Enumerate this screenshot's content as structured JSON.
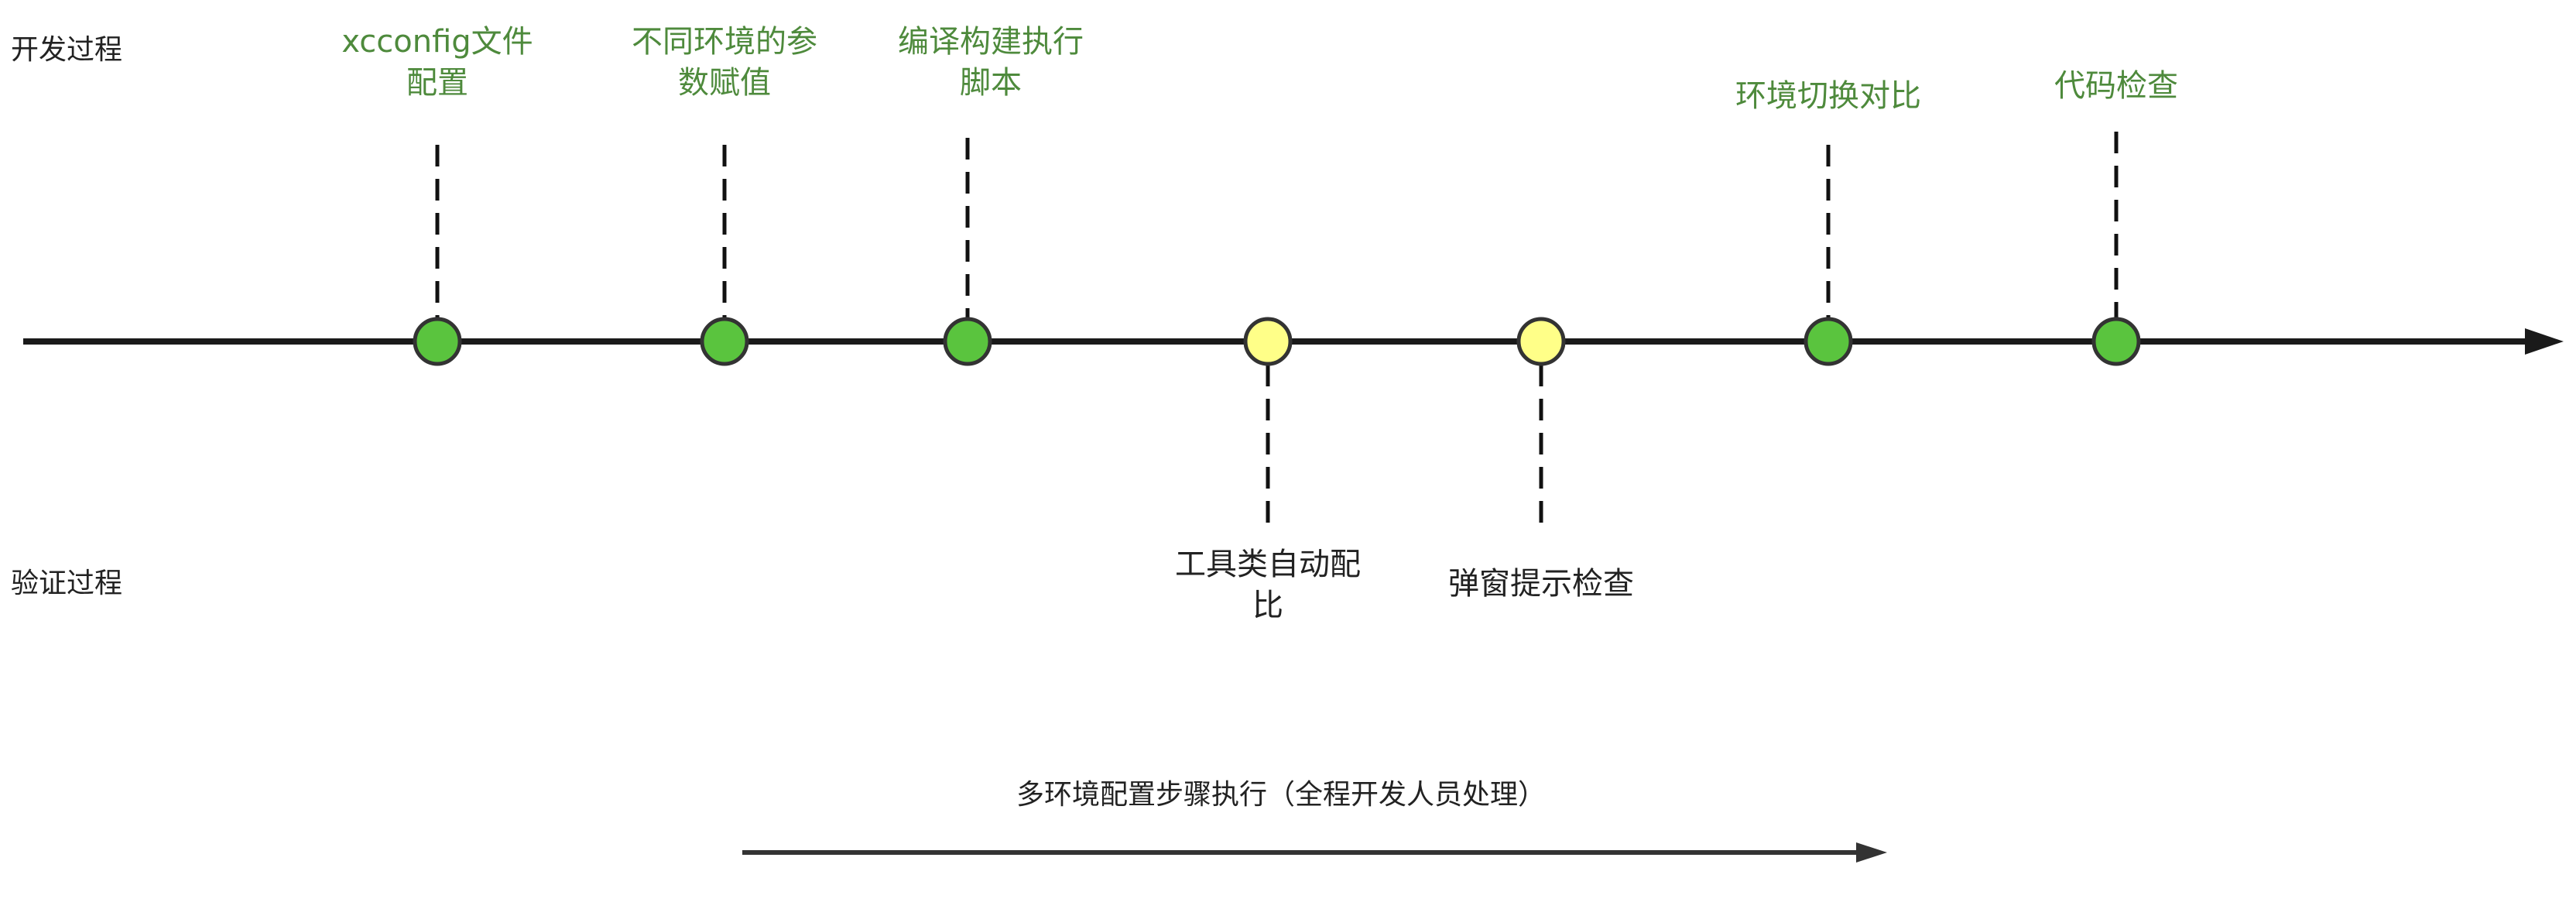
{
  "lanes": {
    "dev": "开发过程",
    "verify": "验证过程"
  },
  "nodes": [
    {
      "lines": [
        "xcconfig文件",
        "配置"
      ],
      "side": "dev",
      "color": "green"
    },
    {
      "lines": [
        "不同环境的参",
        "数赋值"
      ],
      "side": "dev",
      "color": "green"
    },
    {
      "lines": [
        "编译构建执行",
        "脚本"
      ],
      "side": "dev",
      "color": "green"
    },
    {
      "lines": [
        "工具类自动配",
        "比"
      ],
      "side": "verify",
      "color": "yellow"
    },
    {
      "lines": [
        "弹窗提示检查"
      ],
      "side": "verify",
      "color": "yellow"
    },
    {
      "lines": [
        "环境切换对比"
      ],
      "side": "dev",
      "color": "green"
    },
    {
      "lines": [
        "代码检查"
      ],
      "side": "dev",
      "color": "green"
    }
  ],
  "bottom_caption": "多环境配置步骤执行（全程开发人员处理）",
  "colors": {
    "green_node": "#5ac43e",
    "yellow_node": "#ffff88",
    "green_text": "#4e8a3c",
    "stroke": "#333333"
  }
}
